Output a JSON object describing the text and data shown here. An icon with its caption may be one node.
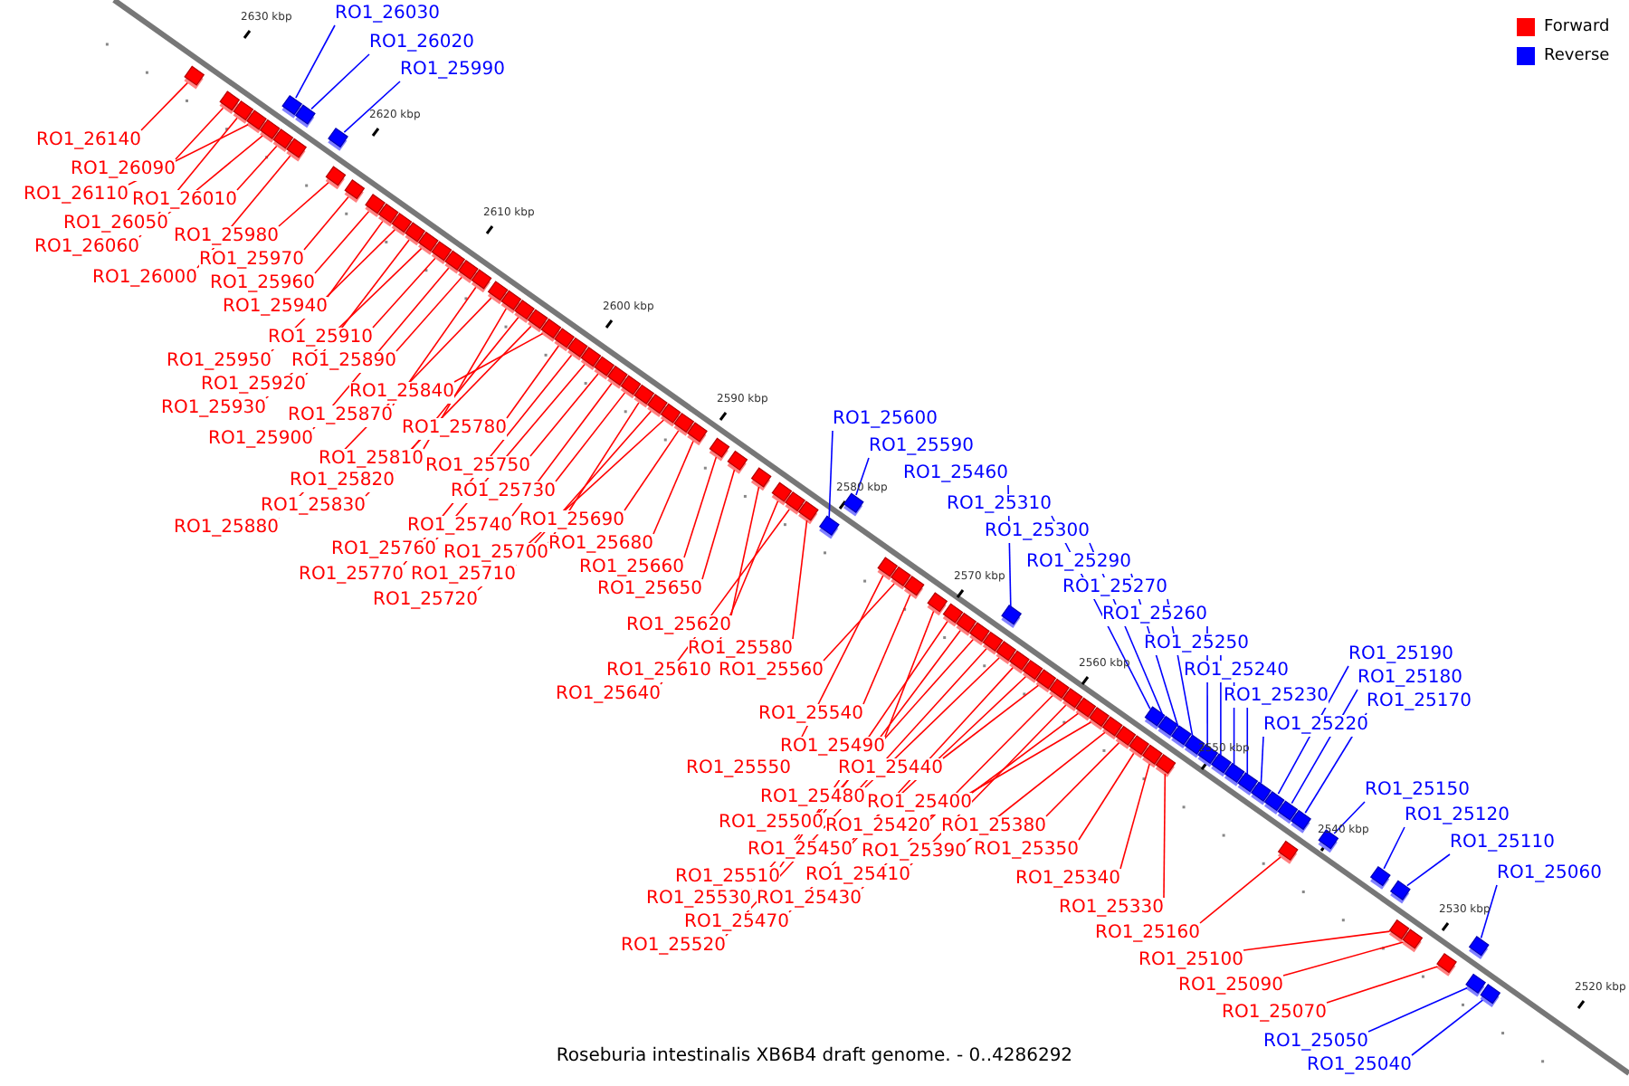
{
  "diagram": {
    "caption": "Roseburia intestinalis XB6B4 draft genome. - 0..4286292",
    "nodes": [
      {
        "text": [
          "RO1_26030"
        ]
      },
      {
        "text": [
          "RO1_26020"
        ]
      },
      {
        "text": [
          "RO1_25990"
        ]
      },
      {
        "text": [
          "RO1_26140"
        ]
      },
      {
        "text": [
          "RO1_26090"
        ]
      },
      {
        "text": [
          "RO1_26110"
        ]
      },
      {
        "text": [
          "RO1_26010"
        ]
      },
      {
        "text": [
          "RO1_26050"
        ]
      },
      {
        "text": [
          "RO1_25980"
        ]
      },
      {
        "text": [
          "RO1_26060"
        ]
      },
      {
        "text": [
          "RO1_25970"
        ]
      },
      {
        "text": [
          "RO1_26000"
        ]
      },
      {
        "text": [
          "RO1_25960"
        ]
      },
      {
        "text": [
          "RO1_25940"
        ]
      },
      {
        "text": [
          "RO1_25910"
        ]
      },
      {
        "text": [
          "RO1_25950"
        ]
      },
      {
        "text": [
          "RO1_25890"
        ]
      },
      {
        "text": [
          "RO1_25920"
        ]
      },
      {
        "text": [
          "RO1_25840"
        ]
      },
      {
        "text": [
          "RO1_25930"
        ]
      },
      {
        "text": [
          "RO1_25870"
        ]
      },
      {
        "text": [
          "RO1_25600"
        ]
      },
      {
        "text": [
          "RO1_25780"
        ]
      },
      {
        "text": [
          "RO1_25900"
        ]
      },
      {
        "text": [
          "RO1_25590"
        ]
      },
      {
        "text": [
          "RO1_25810"
        ]
      },
      {
        "text": [
          "RO1_25750"
        ]
      },
      {
        "text": [
          "RO1_25460"
        ]
      },
      {
        "text": [
          "RO1_25820"
        ]
      },
      {
        "text": [
          "RO1_25730"
        ]
      },
      {
        "text": [
          "RO1_25310"
        ]
      },
      {
        "text": [
          "RO1_25830"
        ]
      },
      {
        "text": [
          "RO1_25690"
        ]
      },
      {
        "text": [
          "RO1_25740"
        ]
      },
      {
        "text": [
          "RO1_25880"
        ]
      },
      {
        "text": [
          "RO1_25300"
        ]
      },
      {
        "text": [
          "RO1_25680"
        ]
      },
      {
        "text": [
          "RO1_25760"
        ]
      },
      {
        "text": [
          "RO1_25700"
        ]
      },
      {
        "text": [
          "RO1_25290"
        ]
      },
      {
        "text": [
          "RO1_25660"
        ]
      },
      {
        "text": [
          "RO1_25770"
        ]
      },
      {
        "text": [
          "RO1_25710"
        ]
      },
      {
        "text": [
          "RO1_25270"
        ]
      },
      {
        "text": [
          "RO1_25650"
        ]
      },
      {
        "text": [
          "RO1_25720"
        ]
      },
      {
        "text": [
          "RO1_25260"
        ]
      },
      {
        "text": [
          "RO1_25620"
        ]
      },
      {
        "text": [
          "RO1_25250"
        ]
      },
      {
        "text": [
          "RO1_25580"
        ]
      },
      {
        "text": [
          "RO1_25190"
        ]
      },
      {
        "text": [
          "RO1_25610"
        ]
      },
      {
        "text": [
          "RO1_25560"
        ]
      },
      {
        "text": [
          "RO1_25240"
        ]
      },
      {
        "text": [
          "RO1_25180"
        ]
      },
      {
        "text": [
          "RO1_25640"
        ]
      },
      {
        "text": [
          "RO1_25230"
        ]
      },
      {
        "text": [
          "RO1_25170"
        ]
      },
      {
        "text": [
          "RO1_25540"
        ]
      },
      {
        "text": [
          "RO1_25220"
        ]
      },
      {
        "text": [
          "RO1_25490"
        ]
      },
      {
        "text": [
          "RO1_25550"
        ]
      },
      {
        "text": [
          "RO1_25440"
        ]
      },
      {
        "text": [
          "RO1_25150"
        ]
      },
      {
        "text": [
          "RO1_25480"
        ]
      },
      {
        "text": [
          "RO1_25400"
        ]
      },
      {
        "text": [
          "RO1_25120"
        ]
      },
      {
        "text": [
          "RO1_25500"
        ]
      },
      {
        "text": [
          "RO1_25420"
        ]
      },
      {
        "text": [
          "RO1_25380"
        ]
      },
      {
        "text": [
          "RO1_25110"
        ]
      },
      {
        "text": [
          "RO1_25450"
        ]
      },
      {
        "text": [
          "RO1_25390"
        ]
      },
      {
        "text": [
          "RO1_25350"
        ]
      },
      {
        "text": [
          "RO1_25060"
        ]
      },
      {
        "text": [
          "RO1_25410"
        ]
      },
      {
        "text": [
          "RO1_25510"
        ]
      },
      {
        "text": [
          "RO1_25340"
        ]
      },
      {
        "text": [
          "RO1_25530"
        ]
      },
      {
        "text": [
          "RO1_25430"
        ]
      },
      {
        "text": [
          "RO1_25330"
        ]
      },
      {
        "text": [
          "RO1_25470"
        ]
      },
      {
        "text": [
          "RO1_25160"
        ]
      },
      {
        "text": [
          "RO1_25520"
        ]
      },
      {
        "text": [
          "RO1_25100"
        ]
      },
      {
        "text": [
          "RO1_25090"
        ]
      },
      {
        "text": [
          "RO1_25070"
        ]
      },
      {
        "text": [
          "RO1_25050"
        ]
      },
      {
        "text": [
          "RO1_25040"
        ]
      },
      {
        "text": [],
        "shape": "box"
      },
      {
        "text": [],
        "shape": "box"
      },
      {
        "text": [],
        "shape": "box"
      },
      {
        "text": [],
        "shape": "box"
      },
      {
        "text": [],
        "shape": "box"
      },
      {
        "text": [],
        "shape": "box"
      },
      {
        "text": [],
        "shape": "box"
      },
      {
        "text": [],
        "shape": "box"
      },
      {
        "text": [],
        "shape": "box"
      },
      {
        "text": [],
        "shape": "box"
      },
      {
        "text": [],
        "shape": "box"
      },
      {
        "text": [],
        "shape": "box"
      },
      {
        "text": [],
        "shape": "box"
      },
      {
        "text": [],
        "shape": "box"
      },
      {
        "text": [],
        "shape": "box"
      },
      {
        "text": [],
        "shape": "box"
      },
      {
        "text": [],
        "shape": "box"
      },
      {
        "text": [],
        "shape": "box"
      },
      {
        "text": [],
        "shape": "box"
      },
      {
        "text": [],
        "shape": "box"
      },
      {
        "text": [],
        "shape": "box"
      },
      {
        "text": [],
        "shape": "box"
      },
      {
        "text": [],
        "shape": "box"
      },
      {
        "text": [],
        "shape": "box"
      },
      {
        "text": [],
        "shape": "box"
      },
      {
        "text": [],
        "shape": "box"
      },
      {
        "text": [],
        "shape": "box"
      },
      {
        "text": [],
        "shape": "box"
      },
      {
        "text": [],
        "shape": "box"
      },
      {
        "text": [],
        "shape": "box"
      },
      {
        "text": [],
        "shape": "box"
      },
      {
        "text": [],
        "shape": "box"
      },
      {
        "text": [],
        "shape": "box"
      },
      {
        "text": [],
        "shape": "box"
      },
      {
        "text": [],
        "shape": "box"
      },
      {
        "text": [],
        "shape": "box"
      },
      {
        "text": [],
        "shape": "box"
      },
      {
        "text": [],
        "shape": "box"
      },
      {
        "text": [],
        "shape": "box"
      },
      {
        "text": [],
        "shape": "box"
      },
      {
        "text": [],
        "shape": "box"
      },
      {
        "text": [],
        "shape": "box"
      },
      {
        "text": [],
        "shape": "box"
      },
      {
        "text": [],
        "shape": "box"
      },
      {
        "text": [],
        "shape": "box"
      },
      {
        "text": [],
        "shape": "box"
      },
      {
        "text": [],
        "shape": "box"
      },
      {
        "text": [],
        "shape": "box"
      },
      {
        "text": [],
        "shape": "box"
      },
      {
        "text": [],
        "shape": "box"
      },
      {
        "text": [],
        "shape": "box"
      },
      {
        "text": [],
        "shape": "box"
      },
      {
        "text": [],
        "shape": "box"
      },
      {
        "text": [],
        "shape": "box"
      },
      {
        "text": [],
        "shape": "box"
      },
      {
        "text": [],
        "shape": "box"
      },
      {
        "text": [],
        "shape": "box"
      },
      {
        "text": [],
        "shape": "box"
      },
      {
        "text": [],
        "shape": "box"
      },
      {
        "text": [],
        "shape": "box"
      },
      {
        "text": [],
        "shape": "box"
      },
      {
        "text": [],
        "shape": "box"
      },
      {
        "text": [],
        "shape": "box"
      },
      {
        "text": [],
        "shape": "box"
      },
      {
        "text": [],
        "shape": "box"
      },
      {
        "text": [],
        "shape": "box"
      },
      {
        "text": [],
        "shape": "box"
      },
      {
        "text": [],
        "shape": "box"
      },
      {
        "text": [],
        "shape": "box"
      },
      {
        "text": [],
        "shape": "box"
      },
      {
        "text": [],
        "shape": "box"
      },
      {
        "text": [],
        "shape": "box"
      },
      {
        "text": [],
        "shape": "box"
      },
      {
        "text": [],
        "shape": "box"
      },
      {
        "text": [],
        "shape": "box"
      },
      {
        "text": [],
        "shape": "box"
      },
      {
        "text": [],
        "shape": "box"
      },
      {
        "text": [],
        "shape": "box"
      },
      {
        "text": [],
        "shape": "box"
      },
      {
        "text": [],
        "shape": "box"
      },
      {
        "text": [],
        "shape": "box"
      },
      {
        "text": [],
        "shape": "box"
      },
      {
        "text": [],
        "shape": "box"
      },
      {
        "text": [],
        "shape": "box"
      },
      {
        "text": [],
        "shape": "box"
      },
      {
        "text": [],
        "shape": "box"
      },
      {
        "text": [],
        "shape": "box"
      },
      {
        "text": [],
        "shape": "box"
      },
      {
        "text": [],
        "shape": "box"
      }
    ],
    "edges": [
      {
        "from": 0,
        "to": 94,
        "arrow": "none",
        "color": "#0000ff"
      },
      {
        "from": 1,
        "to": 95,
        "arrow": "none",
        "color": "#0000ff"
      },
      {
        "from": 2,
        "to": 98,
        "arrow": "none",
        "color": "#0000ff"
      },
      {
        "from": 3,
        "to": 89,
        "arrow": "none"
      },
      {
        "from": 4,
        "to": 90,
        "arrow": "none"
      },
      {
        "from": 5,
        "to": 92,
        "arrow": "none"
      },
      {
        "from": 6,
        "to": 96,
        "arrow": "none"
      },
      {
        "from": 7,
        "to": 93,
        "arrow": "none"
      },
      {
        "from": 8,
        "to": 99,
        "arrow": "none"
      },
      {
        "from": 9,
        "to": 91,
        "arrow": "none"
      },
      {
        "from": 10,
        "to": 100,
        "arrow": "none"
      },
      {
        "from": 11,
        "to": 97,
        "arrow": "none"
      },
      {
        "from": 12,
        "to": 101,
        "arrow": "none"
      },
      {
        "from": 13,
        "to": 102,
        "arrow": "none"
      },
      {
        "from": 14,
        "to": 106,
        "arrow": "none"
      },
      {
        "from": 15,
        "to": 103,
        "arrow": "none"
      },
      {
        "from": 16,
        "to": 108,
        "arrow": "none"
      },
      {
        "from": 17,
        "to": 104,
        "arrow": "none"
      },
      {
        "from": 18,
        "to": 114,
        "arrow": "none"
      },
      {
        "from": 19,
        "to": 105,
        "arrow": "none"
      },
      {
        "from": 20,
        "to": 109,
        "arrow": "none"
      },
      {
        "from": 21,
        "to": 132,
        "arrow": "none",
        "color": "#0000ff"
      },
      {
        "from": 22,
        "to": 115,
        "arrow": "none"
      },
      {
        "from": 23,
        "to": 107,
        "arrow": "none"
      },
      {
        "from": 24,
        "to": 133,
        "arrow": "none",
        "color": "#0000ff"
      },
      {
        "from": 25,
        "to": 111,
        "arrow": "none"
      },
      {
        "from": 26,
        "to": 118,
        "arrow": "none"
      },
      {
        "from": 27,
        "to": 146,
        "arrow": "none",
        "color": "#0000ff"
      },
      {
        "from": 28,
        "to": 112,
        "arrow": "none"
      },
      {
        "from": 29,
        "to": 120,
        "arrow": "none"
      },
      {
        "from": 30,
        "to": 156,
        "arrow": "none",
        "color": "#0000ff"
      },
      {
        "from": 31,
        "to": 113,
        "arrow": "none"
      },
      {
        "from": 32,
        "to": 124,
        "arrow": "none"
      },
      {
        "from": 33,
        "to": 119,
        "arrow": "none"
      },
      {
        "from": 34,
        "to": 110,
        "arrow": "none"
      },
      {
        "from": 35,
        "to": 157,
        "arrow": "none",
        "color": "#0000ff"
      },
      {
        "from": 36,
        "to": 125,
        "arrow": "none"
      },
      {
        "from": 37,
        "to": 117,
        "arrow": "none"
      },
      {
        "from": 38,
        "to": 121,
        "arrow": "none"
      },
      {
        "from": 39,
        "to": 158,
        "arrow": "none",
        "color": "#0000ff"
      },
      {
        "from": 40,
        "to": 126,
        "arrow": "none"
      },
      {
        "from": 41,
        "to": 116,
        "arrow": "none"
      },
      {
        "from": 42,
        "to": 122,
        "arrow": "none"
      },
      {
        "from": 43,
        "to": 159,
        "arrow": "none",
        "color": "#0000ff"
      },
      {
        "from": 44,
        "to": 127,
        "arrow": "none"
      },
      {
        "from": 45,
        "to": 123,
        "arrow": "none"
      },
      {
        "from": 46,
        "to": 160,
        "arrow": "none",
        "color": "#0000ff"
      },
      {
        "from": 47,
        "to": 128,
        "arrow": "none"
      },
      {
        "from": 48,
        "to": 161,
        "arrow": "none",
        "color": "#0000ff"
      },
      {
        "from": 49,
        "to": 131,
        "arrow": "none"
      },
      {
        "from": 50,
        "to": 165,
        "arrow": "none",
        "color": "#0000ff"
      },
      {
        "from": 51,
        "to": 129,
        "arrow": "none"
      },
      {
        "from": 52,
        "to": 135,
        "arrow": "none"
      },
      {
        "from": 53,
        "to": 162,
        "arrow": "none",
        "color": "#0000ff"
      },
      {
        "from": 54,
        "to": 166,
        "arrow": "none",
        "color": "#0000ff"
      },
      {
        "from": 55,
        "to": 130,
        "arrow": "none"
      },
      {
        "from": 56,
        "to": 163,
        "arrow": "none",
        "color": "#0000ff"
      },
      {
        "from": 57,
        "to": 167,
        "arrow": "none",
        "color": "#0000ff"
      },
      {
        "from": 58,
        "to": 136,
        "arrow": "none"
      },
      {
        "from": 59,
        "to": 164,
        "arrow": "none",
        "color": "#0000ff"
      },
      {
        "from": 60,
        "to": 137,
        "arrow": "none"
      },
      {
        "from": 61,
        "to": 134,
        "arrow": "none"
      },
      {
        "from": 62,
        "to": 145,
        "arrow": "none"
      },
      {
        "from": 63,
        "to": 169,
        "arrow": "none",
        "color": "#0000ff"
      },
      {
        "from": 64,
        "to": 142,
        "arrow": "none"
      },
      {
        "from": 65,
        "to": 149,
        "arrow": "none"
      },
      {
        "from": 66,
        "to": 170,
        "arrow": "none",
        "color": "#0000ff"
      },
      {
        "from": 67,
        "to": 139,
        "arrow": "none"
      },
      {
        "from": 68,
        "to": 150,
        "arrow": "none"
      },
      {
        "from": 69,
        "to": 152,
        "arrow": "none"
      },
      {
        "from": 70,
        "to": 171,
        "arrow": "none",
        "color": "#0000ff"
      },
      {
        "from": 71,
        "to": 144,
        "arrow": "none"
      },
      {
        "from": 72,
        "to": 151,
        "arrow": "none"
      },
      {
        "from": 73,
        "to": 153,
        "arrow": "none"
      },
      {
        "from": 74,
        "to": 175,
        "arrow": "none",
        "color": "#0000ff"
      },
      {
        "from": 75,
        "to": 148,
        "arrow": "none"
      },
      {
        "from": 76,
        "to": 138,
        "arrow": "none"
      },
      {
        "from": 77,
        "to": 154,
        "arrow": "none"
      },
      {
        "from": 78,
        "to": 140,
        "arrow": "none"
      },
      {
        "from": 79,
        "to": 147,
        "arrow": "none"
      },
      {
        "from": 80,
        "to": 155,
        "arrow": "none"
      },
      {
        "from": 81,
        "to": 143,
        "arrow": "none"
      },
      {
        "from": 82,
        "to": 168,
        "arrow": "none"
      },
      {
        "from": 83,
        "to": 141,
        "arrow": "none"
      },
      {
        "from": 84,
        "to": 172,
        "arrow": "none"
      },
      {
        "from": 85,
        "to": 173,
        "arrow": "none"
      },
      {
        "from": 86,
        "to": 174,
        "arrow": "none"
      },
      {
        "from": 87,
        "to": 176,
        "arrow": "none",
        "color": "#0000ff"
      },
      {
        "from": 88,
        "to": 177,
        "arrow": "none",
        "color": "#0000ff"
      }
    ],
    "labels": [
      "2630 kbp",
      "2620 kbp",
      "2610 kbp",
      "2600 kbp",
      "2590 kbp",
      "2580 kbp",
      "2570 kbp",
      "2560 kbp",
      "2550 kbp",
      "2540 kbp",
      "2530 kbp",
      "2520 kbp"
    ],
    "legend": [
      {
        "text": "Forward",
        "color": "#ff0000"
      },
      {
        "text": "Reverse",
        "color": "#0000ff"
      }
    ]
  }
}
